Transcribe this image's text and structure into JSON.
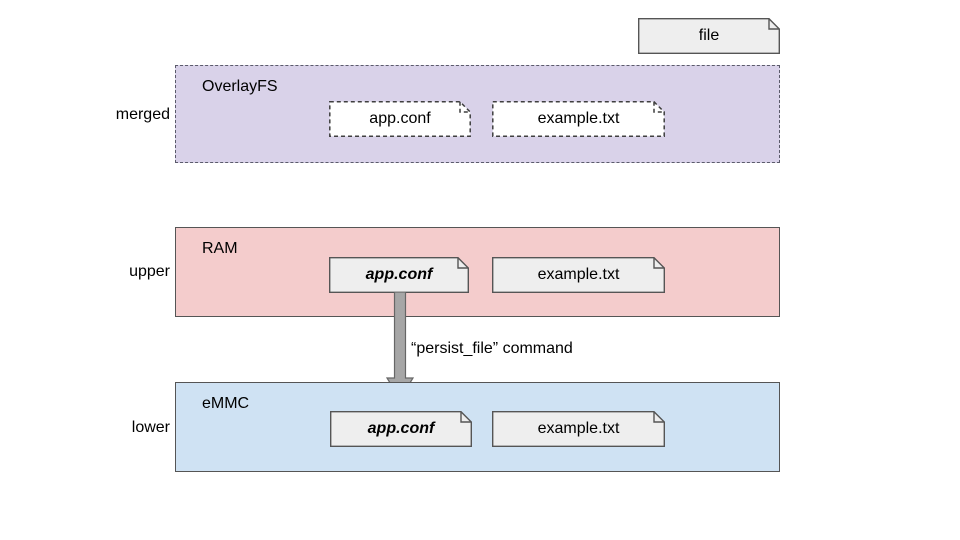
{
  "diagram": {
    "title_hidden": "",
    "colors": {
      "merged_fill": "#d9d2e9",
      "merged_stroke": "#5b5b6b",
      "ram_fill": "#f4cccc",
      "emmc_fill": "#cfe2f3",
      "layer_stroke": "#555555",
      "card_fill": "#eeeeee",
      "card_stroke": "#555555",
      "card_white_fill": "#ffffff",
      "arrow_fill": "#a6a6a6",
      "arrow_stroke": "#666666",
      "background": "#ffffff"
    },
    "top_card": {
      "label": "file"
    },
    "rows": [
      {
        "key": "merged",
        "label": "merged"
      },
      {
        "key": "upper",
        "label": "upper"
      },
      {
        "key": "lower",
        "label": "lower"
      }
    ],
    "layers": [
      {
        "key": "merged",
        "title": "OverlayFS",
        "files": [
          {
            "label": "app.conf",
            "emphasis": "normal",
            "style": "dashed-white"
          },
          {
            "label": "example.txt",
            "emphasis": "normal",
            "style": "dashed-white"
          }
        ]
      },
      {
        "key": "upper",
        "title": "RAM",
        "files": [
          {
            "label": "app.conf",
            "emphasis": "bold-italic",
            "style": "solid-gray"
          },
          {
            "label": "example.txt",
            "emphasis": "normal",
            "style": "solid-gray"
          }
        ]
      },
      {
        "key": "lower",
        "title": "eMMC",
        "files": [
          {
            "label": "app.conf",
            "emphasis": "bold-italic",
            "style": "solid-gray"
          },
          {
            "label": "example.txt",
            "emphasis": "normal",
            "style": "solid-gray"
          }
        ]
      }
    ],
    "arrow": {
      "label": "“persist_file” command",
      "direction": "down",
      "from": "upper",
      "to": "lower"
    }
  }
}
